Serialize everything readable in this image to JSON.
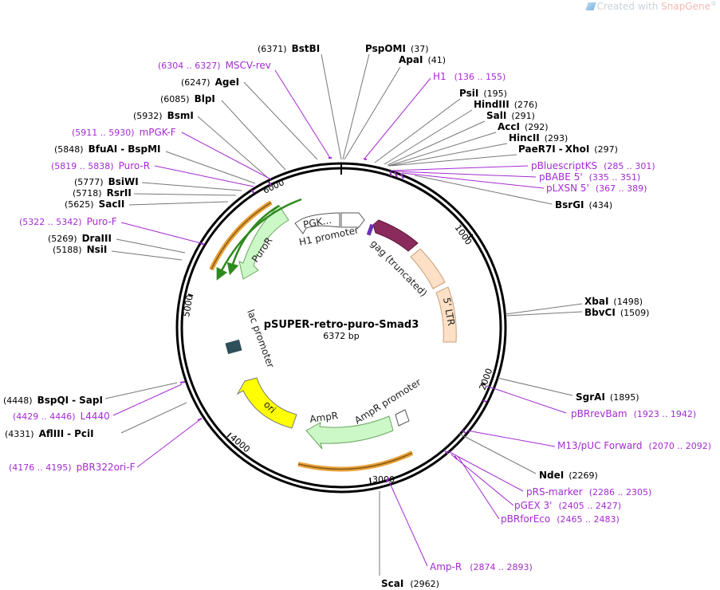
{
  "watermark": {
    "prefix": "Created with ",
    "brand": "SnapGene",
    "mark": "®"
  },
  "plasmid": {
    "name": "pSUPER-retro-puro-Smad3",
    "size_label": "6372 bp",
    "length": 6372
  },
  "ticks": [
    "1000",
    "2000",
    "3000",
    "4000",
    "5000",
    "6000"
  ],
  "colors": {
    "primer": "#a42bd1",
    "gag": "#8b2a5c",
    "ltr": "#fde0c5",
    "puro": "#ccf7c6",
    "ori": "#ffff00",
    "pgk": "#ffffff",
    "ampr": "#ccf7c6"
  },
  "sites": [
    {
      "name": "BstBI",
      "pos": "(6371)"
    },
    {
      "name": "PspOMI",
      "pos": "(37)"
    },
    {
      "name": "ApaI",
      "pos": "(41)"
    },
    {
      "name": "PsiI",
      "pos": "(195)"
    },
    {
      "name": "HindIII",
      "pos": "(276)"
    },
    {
      "name": "SalI",
      "pos": "(291)"
    },
    {
      "name": "AccI",
      "pos": "(292)"
    },
    {
      "name": "HincII",
      "pos": "(293)"
    },
    {
      "name": "PaeR7I",
      "name2": "XhoI",
      "pos": "(297)"
    },
    {
      "name": "BsrGI",
      "pos": "(434)"
    },
    {
      "name": "XbaI",
      "pos": "(1498)"
    },
    {
      "name": "BbvCI",
      "pos": "(1509)"
    },
    {
      "name": "SgrAI",
      "pos": "(1895)"
    },
    {
      "name": "NdeI",
      "pos": "(2269)"
    },
    {
      "name": "ScaI",
      "pos": "(2962)"
    },
    {
      "name": "AgeI",
      "pos": "(6247)"
    },
    {
      "name": "BlpI",
      "pos": "(6085)"
    },
    {
      "name": "BsmI",
      "pos": "(5932)"
    },
    {
      "name": "BfuAI",
      "name2": "BspMI",
      "pos": "(5848)"
    },
    {
      "name": "BsiWI",
      "pos": "(5777)"
    },
    {
      "name": "RsrII",
      "pos": "(5718)"
    },
    {
      "name": "SacII",
      "pos": "(5625)"
    },
    {
      "name": "DraIII",
      "pos": "(5269)"
    },
    {
      "name": "NsiI",
      "pos": "(5188)"
    },
    {
      "name": "BspQI",
      "name2": "SapI",
      "pos": "(4448)"
    },
    {
      "name": "AflIII",
      "name2": "PciI",
      "pos": "(4331)"
    }
  ],
  "primers": [
    {
      "name": "MSCV-rev",
      "pos": "(6304 .. 6327)"
    },
    {
      "name": "H1",
      "pos": "(136 .. 155)"
    },
    {
      "name": "pBluescriptKS",
      "pos": "(285 .. 301)"
    },
    {
      "name": "pBABE 5'",
      "pos": "(335 .. 351)"
    },
    {
      "name": "pLXSN 5'",
      "pos": "(367 .. 389)"
    },
    {
      "name": "pBRrevBam",
      "pos": "(1923 .. 1942)"
    },
    {
      "name": "M13/pUC Forward",
      "pos": "(2070 .. 2092)"
    },
    {
      "name": "pRS-marker",
      "pos": "(2286 .. 2305)"
    },
    {
      "name": "pGEX 3'",
      "pos": "(2405 .. 2427)"
    },
    {
      "name": "pBRforEco",
      "pos": "(2465 .. 2483)"
    },
    {
      "name": "Amp-R",
      "pos": "(2874 .. 2893)"
    },
    {
      "name": "mPGK-F",
      "pos": "(5911 .. 5930)"
    },
    {
      "name": "Puro-R",
      "pos": "(5819 .. 5838)"
    },
    {
      "name": "Puro-F",
      "pos": "(5322 .. 5342)"
    },
    {
      "name": "L4440",
      "pos": "(4429 .. 4446)"
    },
    {
      "name": "pBR322ori-F",
      "pos": "(4176 .. 4195)"
    }
  ],
  "features": {
    "pgk": "PGK...",
    "h1": "H1 promoter",
    "gag": "gag (truncated)",
    "ltr": "5' LTR",
    "puro": "PuroR",
    "lac": "lac promoter",
    "ori": "ori",
    "ampr": "AmpR",
    "ampr_promoter": "AmpR promoter"
  }
}
